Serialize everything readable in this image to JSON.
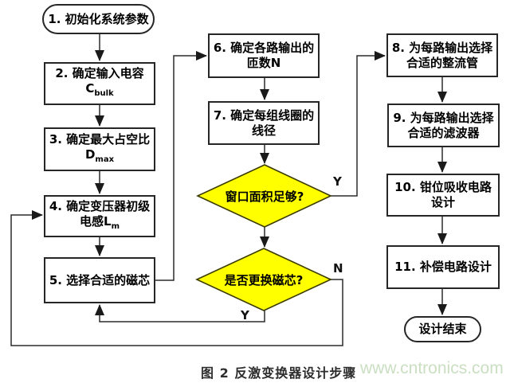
{
  "figure": {
    "caption": "图 2 反激变换器设计步骤",
    "watermark": "www.cntronics.com"
  },
  "colors": {
    "decision_fill": "#ffff00",
    "node_border": "#262626",
    "connector": "#2b2b2b",
    "watermark_text": "#cadfc2"
  },
  "nodes": {
    "n1": {
      "label": "1. 初始化系统参数"
    },
    "n2": {
      "line1": "2. 确定输入电容",
      "base": "C",
      "sub": "bulk"
    },
    "n3": {
      "line1": "3. 确定最大占空比",
      "base": "D",
      "sub": "max"
    },
    "n4": {
      "line1": "4. 确定变压器初级",
      "line2_prefix": "电感",
      "base": "L",
      "sub": "m"
    },
    "n5": {
      "label": "5. 选择合适的磁芯"
    },
    "n6": {
      "line1": "6. 确定各路输出的",
      "line2": "匝数N"
    },
    "n7": {
      "line1": "7. 确定每组线圈的",
      "line2": "线径"
    },
    "d1": {
      "label": "窗口面积足够?"
    },
    "d2": {
      "label": "是否更换磁芯?"
    },
    "n8": {
      "line1": "8. 为每路输出选择",
      "line2": "合适的整流管"
    },
    "n9": {
      "line1": "9. 为每路输出选择",
      "line2": "合适的滤波器"
    },
    "n10": {
      "line1": "10. 钳位吸收电路",
      "line2": "设计"
    },
    "n11": {
      "label": "11. 补偿电路设计"
    },
    "end": {
      "label": "设计结束"
    }
  },
  "branch_labels": {
    "d1_yes": "Y",
    "d2_yes": "Y",
    "d2_no": "N"
  },
  "edges": [
    {
      "from": "1",
      "to": "2"
    },
    {
      "from": "2",
      "to": "3"
    },
    {
      "from": "3",
      "to": "4"
    },
    {
      "from": "4",
      "to": "5"
    },
    {
      "from": "5",
      "to": "6"
    },
    {
      "from": "6",
      "to": "7"
    },
    {
      "from": "7",
      "to": "窗口面积足够?"
    },
    {
      "from": "窗口面积足够?",
      "to": "8",
      "label": "Y"
    },
    {
      "from": "窗口面积足够?",
      "to": "是否更换磁芯?"
    },
    {
      "from": "是否更换磁芯?",
      "to": "5",
      "label": "Y"
    },
    {
      "from": "是否更换磁芯?",
      "to": "4",
      "label": "N"
    },
    {
      "from": "8",
      "to": "9"
    },
    {
      "from": "9",
      "to": "10"
    },
    {
      "from": "10",
      "to": "11"
    },
    {
      "from": "11",
      "to": "设计结束"
    }
  ]
}
